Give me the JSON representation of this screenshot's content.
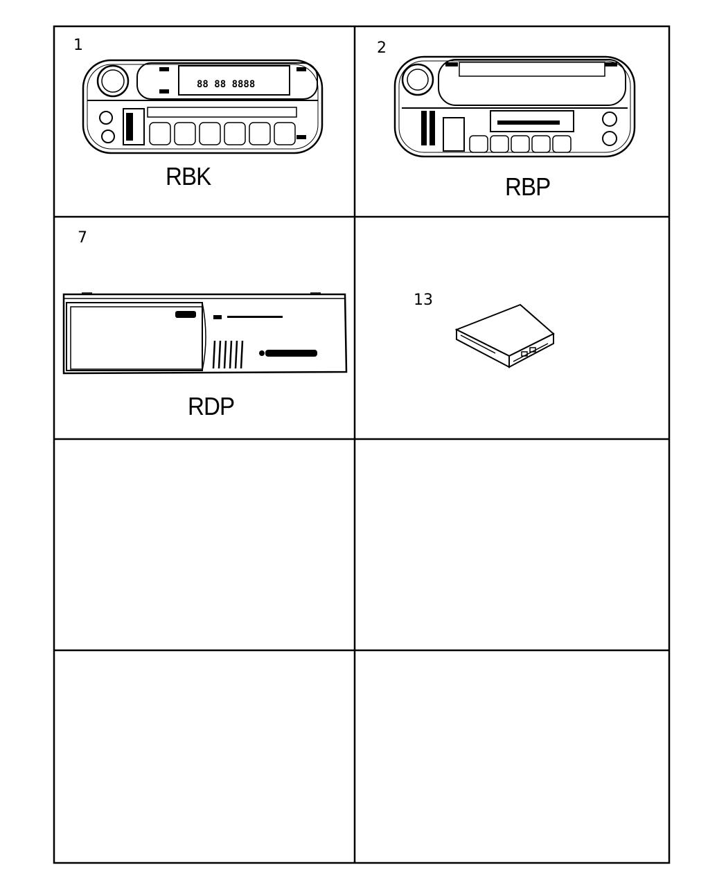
{
  "cells": [
    {
      "callout": "1",
      "code": "RBK",
      "part": "radio-rbk"
    },
    {
      "callout": "2",
      "code": "RBP",
      "part": "radio-rbp"
    },
    {
      "callout": "7",
      "code": "RDP",
      "part": "cd-changer-rdp"
    },
    {
      "callout": "13",
      "code": "",
      "part": "module-box"
    }
  ],
  "empty_cells": 4
}
